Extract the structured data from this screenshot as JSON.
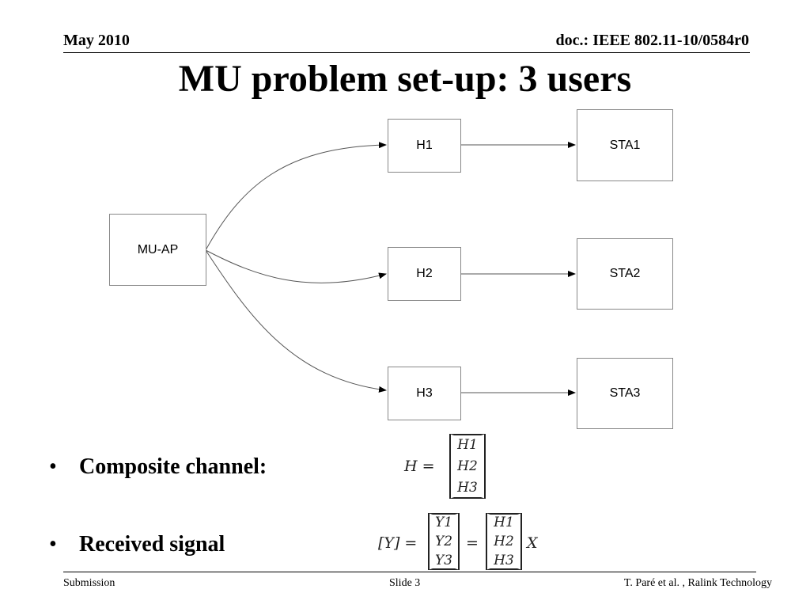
{
  "header": {
    "date": "May 2010",
    "doc": "doc.: IEEE 802.11-10/0584r0"
  },
  "title": "MU problem set-up: 3 users",
  "diagram": {
    "source": "MU-AP",
    "channels": [
      "H1",
      "H2",
      "H3"
    ],
    "stations": [
      "STA1",
      "STA2",
      "STA3"
    ]
  },
  "bullets": [
    "Composite channel:",
    "Received signal"
  ],
  "equations": {
    "composite": {
      "lhs": "H =",
      "vector": [
        "H1",
        "H2",
        "H3"
      ]
    },
    "received": {
      "lhs": "[Y] =",
      "y_vector": [
        "Y1",
        "Y2",
        "Y3"
      ],
      "eq": "=",
      "h_vector": [
        "H1",
        "H2",
        "H3"
      ],
      "rhs": "X"
    }
  },
  "footer": {
    "left": "Submission",
    "center": "Slide 3",
    "right": "T. Paré et al. , Ralink Technology"
  }
}
